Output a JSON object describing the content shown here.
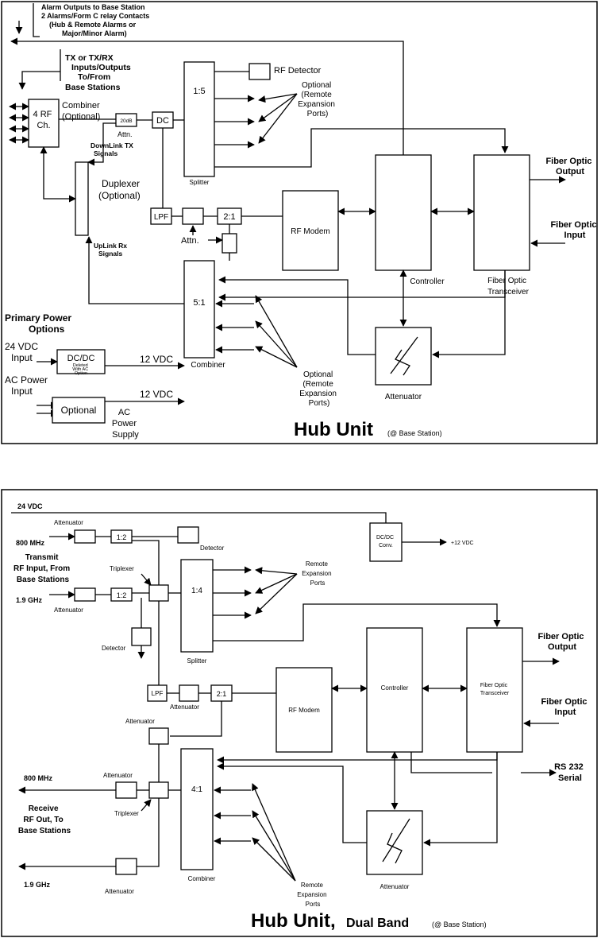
{
  "top": {
    "alarm_note": [
      "Alarm Outputs to Base Station",
      "2 Alarms/Form C relay Contacts",
      "(Hub & Remote Alarms or",
      "Major/Minor Alarm)"
    ],
    "tx_note": [
      "TX  or TX/RX",
      "Inputs/Outputs",
      "To/From",
      "Base Stations"
    ],
    "rf_ch": [
      "4 RF",
      "Ch."
    ],
    "combiner_opt": [
      "Combiner",
      "(Optional)"
    ],
    "attn_20db": "20dB",
    "attn_label": "Attn.",
    "dc": "DC",
    "splitter_ratio": "1:5",
    "splitter": "Splitter",
    "rf_detector": "RF Detector",
    "optional_ports_1": [
      "Optional",
      "(Remote",
      "Expansion",
      "Ports)"
    ],
    "downlink": [
      "DownLink TX",
      "Signals"
    ],
    "duplexer": [
      "Duplexer",
      "(Optional)"
    ],
    "uplink": [
      "UpLink Rx",
      "Signals"
    ],
    "lpf": "LPF",
    "ratio_21": "2:1",
    "attn_arrow": "Attn.",
    "rf_modem": "RF Modem",
    "controller": "Controller",
    "fo_transceiver": [
      "Fiber Optic",
      "Transceiver"
    ],
    "fo_output": [
      "Fiber Optic",
      "Output"
    ],
    "fo_input": [
      "Fiber Optic",
      "Input"
    ],
    "combiner_ratio": "5:1",
    "combiner": "Combiner",
    "optional_ports_2": [
      "Optional",
      "(Remote",
      "Expansion",
      "Ports)"
    ],
    "attenuator": "Attenuator",
    "power_title": [
      "Primary Power",
      "Options"
    ],
    "vdc24_in": [
      "24 VDC",
      "Input"
    ],
    "dcdc": "DC/DC",
    "dcdc_note": [
      "Deleted",
      "With AC",
      "Option"
    ],
    "vdc12_a": "12 VDC",
    "ac_in": [
      "AC Power",
      "Input"
    ],
    "optional": "Optional",
    "vdc12_b": "12 VDC",
    "ac_supply": [
      "AC",
      "Power",
      "Supply"
    ],
    "title": "Hub Unit",
    "subtitle": "(@ Base Station)"
  },
  "bottom": {
    "vdc24": "24 VDC",
    "mhz800_in": "800 MHz",
    "att_a": "Attenuator",
    "r12_a": "1:2",
    "detector_a": "Detector",
    "transmit": [
      "Transmit",
      "RF Input, From",
      "Base Stations"
    ],
    "triplexer_a": "Triplexer",
    "ghz19_in": "1.9 GHz",
    "att_b": "Attenuator",
    "r12_b": "1:2",
    "detector_b": "Detector",
    "splitter_ratio": "1:4",
    "splitter": "Splitter",
    "remote_ports_1": [
      "Remote",
      "Expansion",
      "Ports"
    ],
    "dcdc_conv": [
      "DC/DC",
      "Conv."
    ],
    "vdc12": "+12 VDC",
    "lpf": "LPF",
    "att_c": "Attenuator",
    "r21": "2:1",
    "rf_modem": "RF Modem",
    "controller": "Controller",
    "fo_transceiver": [
      "Fiber Optic",
      "Transceiver"
    ],
    "fo_output": [
      "Fiber Optic",
      "Output"
    ],
    "fo_input": [
      "Fiber Optic",
      "Input"
    ],
    "rs232": [
      "RS 232",
      "Serial"
    ],
    "att_d": "Attenuator",
    "mhz800_out": "800 MHz",
    "att_e": "Attenuator",
    "receive": [
      "Receive",
      "RF Out, To",
      "Base Stations"
    ],
    "triplexer_b": "Triplexer",
    "combiner_ratio": "4:1",
    "combiner": "Combiner",
    "ghz19_out": "1.9 GHz",
    "att_f": "Attenuator",
    "remote_ports_2": [
      "Remote",
      "Expansion",
      "Ports"
    ],
    "attenuator": "Attenuator",
    "title": "Hub Unit,",
    "title_dual": "Dual Band",
    "subtitle": "(@ Base Station)"
  }
}
